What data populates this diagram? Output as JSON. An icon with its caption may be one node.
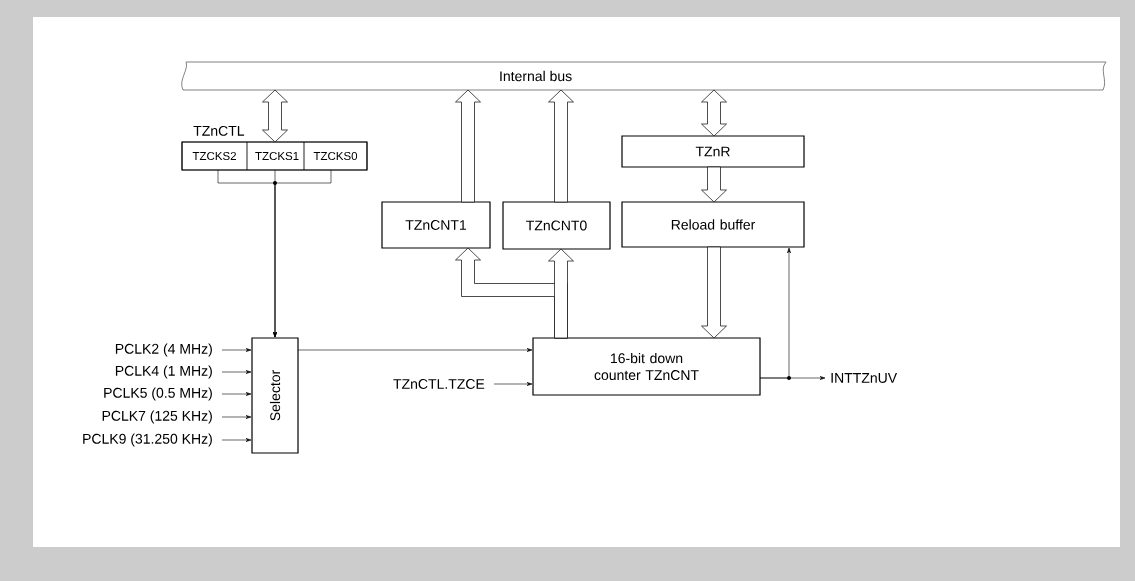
{
  "diagram": {
    "nodes": [
      {
        "text": [
          "Internal bus"
        ]
      },
      {
        "text": [
          "TZnCTL"
        ]
      },
      {
        "text": [
          "TZCKS2"
        ],
        "in": 1
      },
      {
        "text": [
          "TZCKS1"
        ],
        "in": 1
      },
      {
        "text": [
          "TZCKS0"
        ],
        "in": 1
      },
      {
        "text": [
          "TZnCNT1"
        ]
      },
      {
        "text": [
          "TZnCNT0"
        ]
      },
      {
        "text": [
          "TZnR"
        ]
      },
      {
        "text": [
          "Reload buffer"
        ]
      },
      {
        "text": [
          "Selector"
        ]
      },
      {
        "text": [
          "16-bit down counter TZnCNT"
        ]
      },
      {
        "text": [
          "PCLK2 (4 MHz)"
        ]
      },
      {
        "text": [
          "PCLK4 (1  MHz)"
        ]
      },
      {
        "text": [
          "PCLK5 (0.5 MHz)"
        ]
      },
      {
        "text": [
          "PCLK7 (125 KHz)"
        ]
      },
      {
        "text": [
          "PCLK9 (31.250 KHz)"
        ]
      },
      {
        "text": [
          "TZnCTL.TZCE"
        ]
      },
      {
        "text": [
          "INTTZnUV"
        ]
      }
    ],
    "edges": [
      {
        "from": 0,
        "to": 1,
        "arrow": "both",
        "style": "thick"
      },
      {
        "from": 5,
        "to": 0,
        "arrow": "to",
        "style": "thick"
      },
      {
        "from": 6,
        "to": 0,
        "arrow": "to",
        "style": "thick"
      },
      {
        "from": 0,
        "to": 7,
        "arrow": "both",
        "style": "thick"
      },
      {
        "from": 7,
        "to": 8,
        "arrow": "to",
        "style": "thick"
      },
      {
        "from": 8,
        "to": 10,
        "arrow": "to",
        "style": "thick"
      },
      {
        "from": 10,
        "to": 5,
        "arrow": "to",
        "style": "thick"
      },
      {
        "from": 10,
        "to": 6,
        "arrow": "to",
        "style": "thick"
      },
      {
        "from": 2,
        "to": 9,
        "arrow": "to"
      },
      {
        "from": 3,
        "to": 9,
        "arrow": "to"
      },
      {
        "from": 4,
        "to": 9,
        "arrow": "to"
      },
      {
        "from": 11,
        "to": 9,
        "arrow": "to"
      },
      {
        "from": 12,
        "to": 9,
        "arrow": "to"
      },
      {
        "from": 13,
        "to": 9,
        "arrow": "to"
      },
      {
        "from": 14,
        "to": 9,
        "arrow": "to"
      },
      {
        "from": 15,
        "to": 9,
        "arrow": "to"
      },
      {
        "from": 9,
        "to": 10,
        "arrow": "to"
      },
      {
        "from": 16,
        "to": 10,
        "arrow": "to"
      },
      {
        "from": 10,
        "to": 17,
        "arrow": "to"
      },
      {
        "from": 10,
        "to": 8,
        "arrow": "to"
      }
    ]
  }
}
